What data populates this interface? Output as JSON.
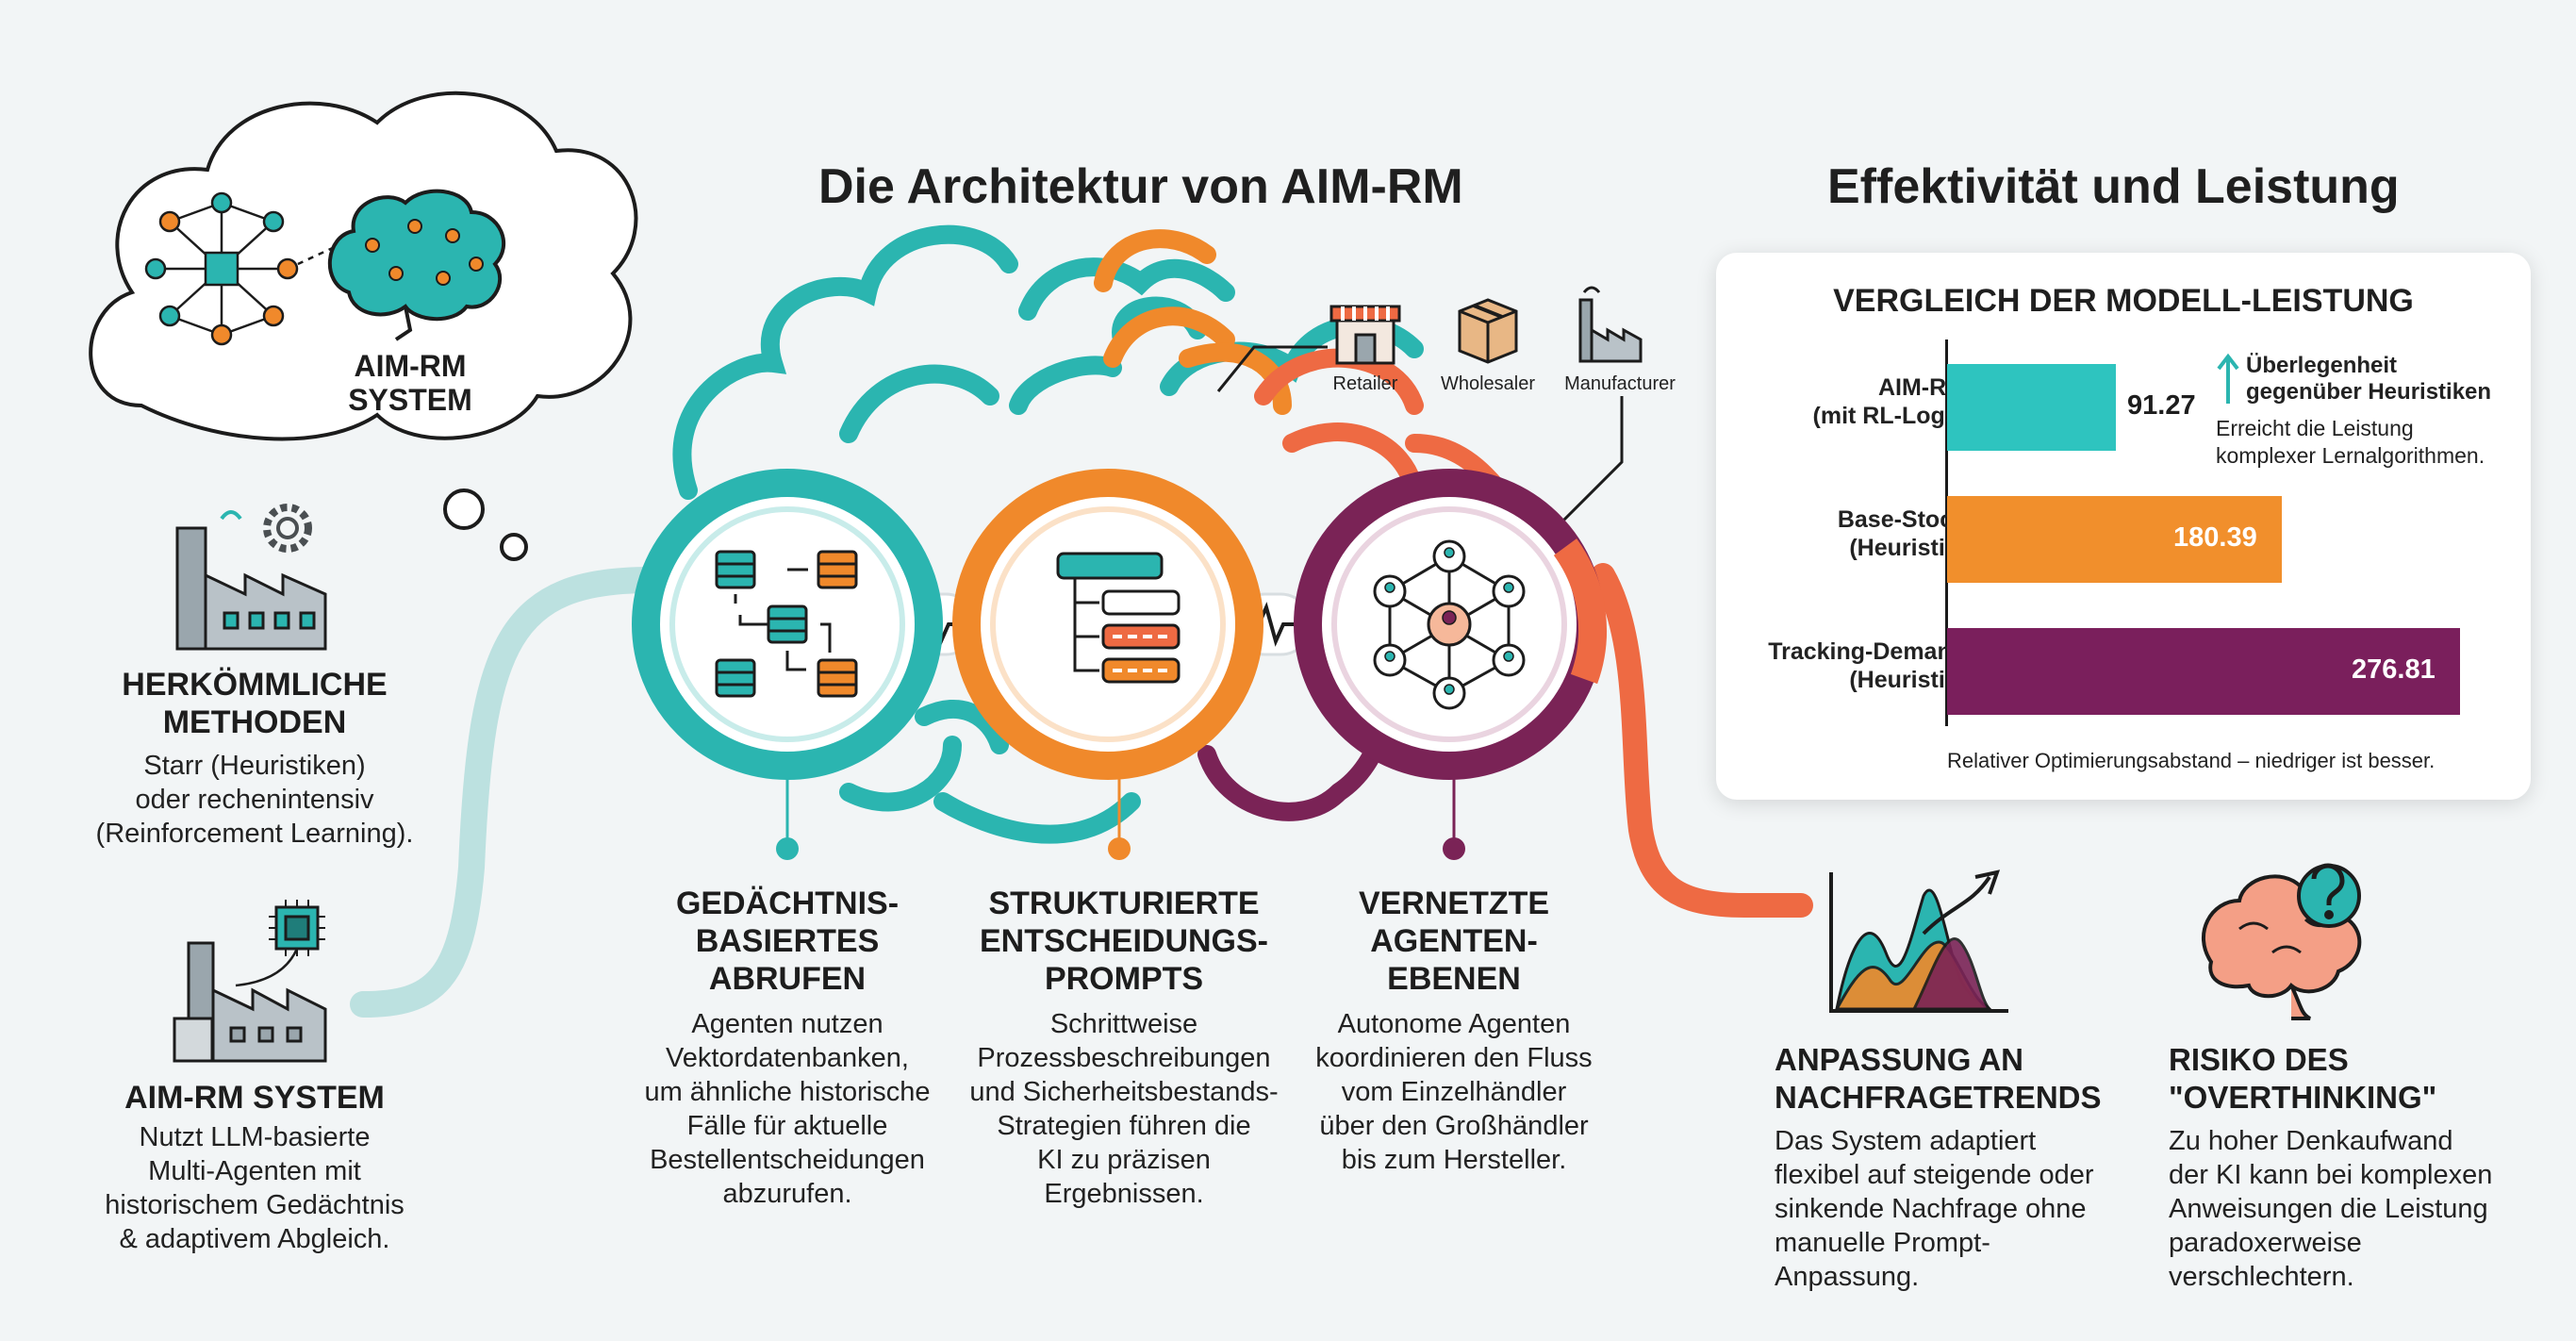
{
  "headings": {
    "architecture": "Die Architektur von AIM-RM",
    "effectiveness": "Effektivität und Leistung"
  },
  "cloud": {
    "label_line1": "AIM-RM",
    "label_line2": "SYSTEM"
  },
  "left": {
    "traditional": {
      "title_line1": "HERKÖMMLICHE",
      "title_line2": "METHODEN",
      "text": [
        "Starr (Heuristiken)",
        "oder rechenintensiv",
        "(Reinforcement Learning)."
      ]
    },
    "aimrm": {
      "title": "AIM-RM SYSTEM",
      "text": [
        "Nutzt LLM-basierte",
        "Multi-Agenten mit",
        "historischem Gedächtnis",
        "& adaptivem Abgleich."
      ]
    }
  },
  "stakeholders": [
    "Retailer",
    "Wholesaler",
    "Manufacturer"
  ],
  "pillars": [
    {
      "title": [
        "GEDÄCHTNIS-",
        "BASIERTES",
        "ABRUFEN"
      ],
      "text": [
        "Agenten nutzen",
        "Vektordatenbanken,",
        "um ähnliche historische",
        "Fälle für aktuelle",
        "Bestellentscheidungen",
        "abzurufen."
      ]
    },
    {
      "title": [
        "STRUKTURIERTE",
        "ENTSCHEIDUNGS-",
        "PROMPTS"
      ],
      "text": [
        "Schrittweise",
        "Prozessbeschreibungen",
        "und Sicherheitsbestands-",
        "Strategien führen die",
        "KI zu präzisen",
        "Ergebnissen."
      ]
    },
    {
      "title": [
        "VERNETZTE",
        "AGENTEN-",
        "EBENEN"
      ],
      "text": [
        "Autonome Agenten",
        "koordinieren den Fluss",
        "vom Einzelhändler",
        "über den Großhändler",
        "bis zum Hersteller."
      ]
    }
  ],
  "chart_card": {
    "title": "VERGLEICH DER MODELL-LEISTUNG",
    "caption": "Relativer Optimierungsabstand – niedriger ist besser.",
    "note_title": [
      "Überlegenheit",
      "gegenüber Heuristiken"
    ],
    "note_text": [
      "Erreicht die Leistung",
      "komplexer Lernalgorithmen."
    ]
  },
  "chart_data": {
    "type": "bar",
    "orientation": "horizontal",
    "title": "VERGLEICH DER MODELL-LEISTUNG",
    "xlabel": "Relativer Optimierungsabstand – niedriger ist besser.",
    "categories": [
      [
        "AIM-RM",
        "(mit RL-Logs)"
      ],
      [
        "Base-Stock",
        "(Heuristik)"
      ],
      [
        "Tracking-Demand",
        "(Heuristik)"
      ]
    ],
    "values": [
      91.27,
      180.39,
      276.81
    ],
    "value_labels": [
      "91.27",
      "180.39",
      "276.81"
    ],
    "colors": [
      "#2ec4bf",
      "#f18f2c",
      "#7a1f5c"
    ],
    "xlim": [
      0,
      300
    ],
    "grid": false
  },
  "bottom_right": [
    {
      "title": [
        "ANPASSUNG AN",
        "NACHFRAGETRENDS"
      ],
      "text": [
        "Das System adaptiert",
        "flexibel auf steigende oder",
        "sinkende Nachfrage ohne",
        "manuelle Prompt-",
        "Anpassung."
      ]
    },
    {
      "title": [
        "RISIKO DES",
        "\"OVERTHINKING\""
      ],
      "text": [
        "Zu hoher Denkaufwand",
        "der KI kann bei komplexen",
        "Anweisungen die Leistung",
        "paradoxerweise",
        "verschlechtern."
      ]
    }
  ],
  "colors": {
    "teal": "#2bb5b0",
    "orange": "#f0892b",
    "plum": "#7a2356",
    "coral": "#ee6a43",
    "dark": "#1f1f1f"
  }
}
